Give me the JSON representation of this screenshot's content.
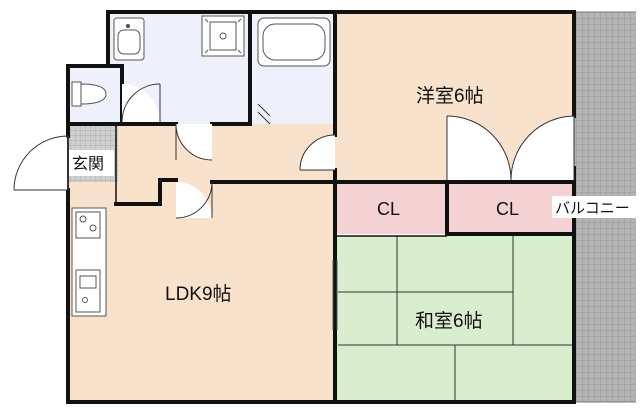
{
  "rooms": {
    "western_room": "洋室6帖",
    "japanese_room": "和室6帖",
    "ldk": "LDK9帖",
    "closet_1": "CL",
    "closet_2": "CL",
    "entrance": "玄関",
    "balcony": "バルコニー"
  },
  "colors": {
    "wood_floor": "#f8e2cc",
    "tatami": "#d9edcf",
    "closet": "#f4d2d4",
    "wet_area": "#eef1fb",
    "balcony": "#a8a8a8",
    "entrance_tile": "#c8c8c8",
    "wall": "#111111"
  }
}
